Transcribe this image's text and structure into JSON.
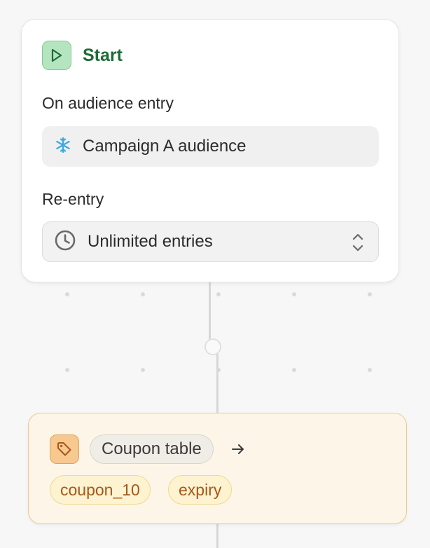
{
  "start_node": {
    "title": "Start",
    "trigger_label": "On audience entry",
    "audience": {
      "icon": "snowflake-icon",
      "name": "Campaign A audience"
    },
    "reentry_label": "Re-entry",
    "reentry_select": {
      "icon": "clock-icon",
      "value": "Unlimited entries"
    }
  },
  "coupon_node": {
    "icon": "tag-icon",
    "table_label": "Coupon table",
    "variables": [
      "coupon_10",
      "expiry"
    ]
  },
  "colors": {
    "start_accent": "#1e6b35",
    "start_icon_bg": "#b5e5bf",
    "coupon_card_bg": "#fdf6e8",
    "coupon_border": "#edc98c",
    "variable_text": "#a5581a"
  }
}
